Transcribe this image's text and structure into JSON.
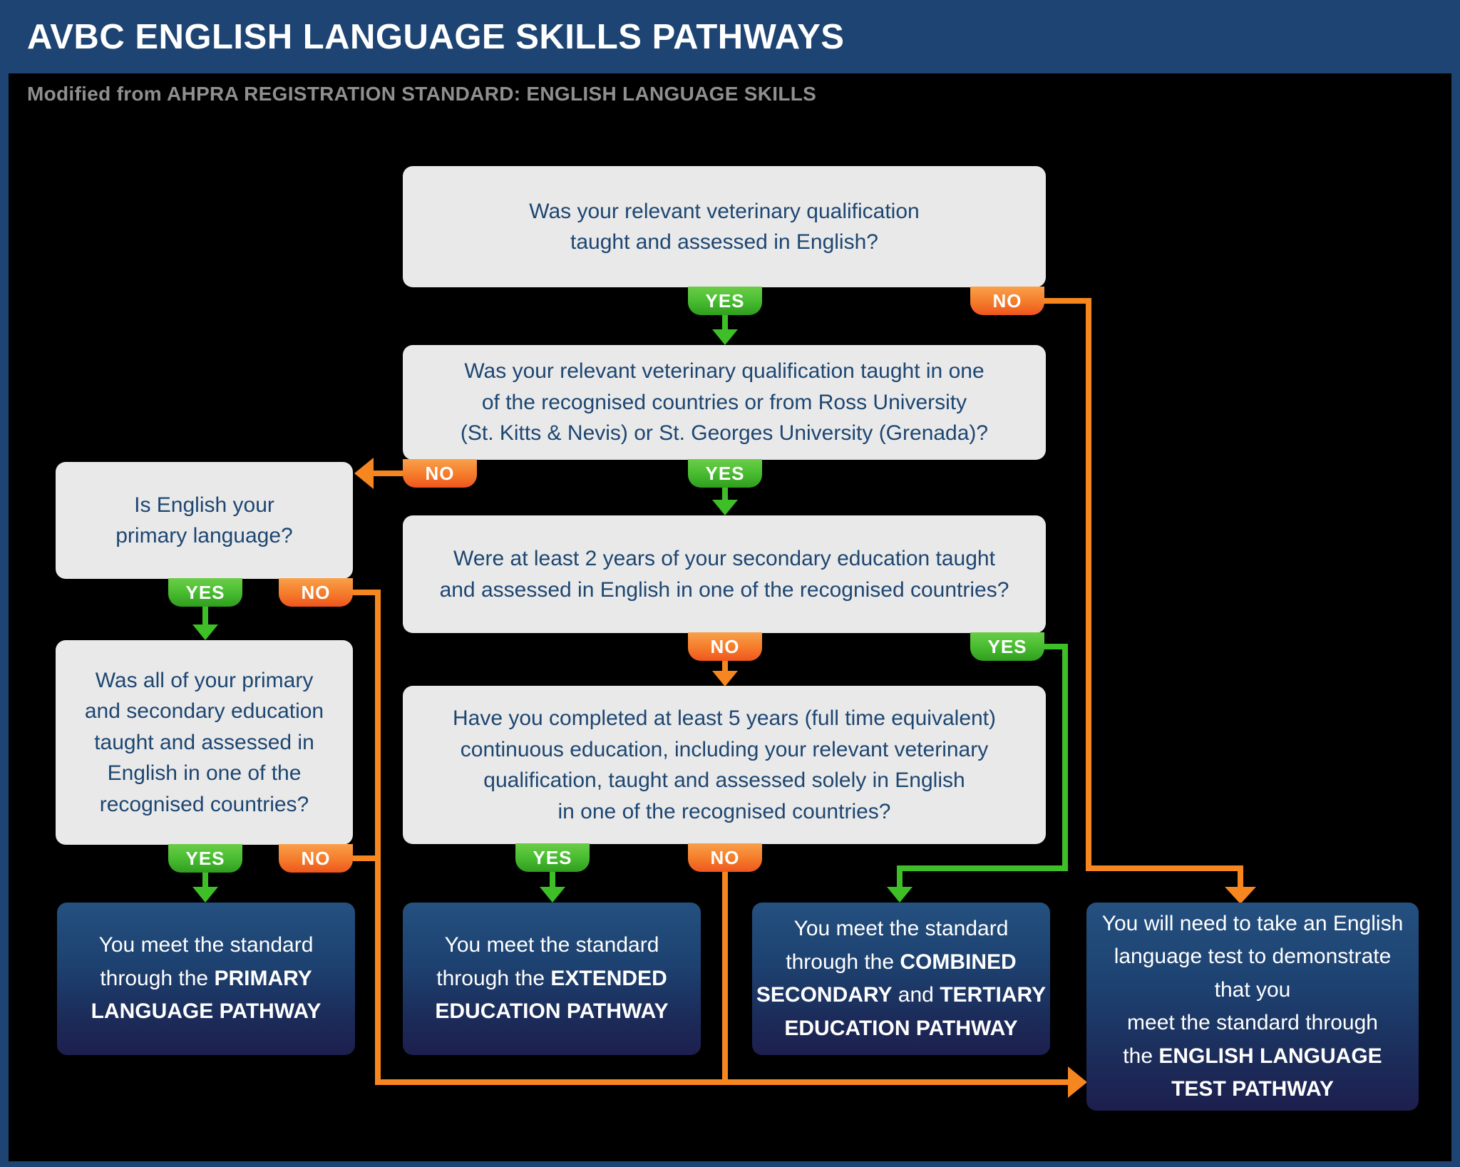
{
  "header": {
    "title": "AVBC ENGLISH LANGUAGE SKILLS PATHWAYS",
    "subtitle": "Modified from AHPRA REGISTRATION STANDARD: ENGLISH LANGUAGE SKILLS"
  },
  "labels": {
    "yes": "YES",
    "no": "NO"
  },
  "questions": {
    "q1": "Was your relevant veterinary qualification\ntaught and assessed in English?",
    "q2": "Was your relevant veterinary qualification taught in one\nof the recognised countries or from Ross University\n(St. Kitts & Nevis) or St. Georges University (Grenada)?",
    "q3": "Were at least 2 years of your secondary education taught\nand assessed in English in one of the recognised countries?",
    "q4": "Have you completed at least 5 years (full time equivalent)\ncontinuous education, including your relevant veterinary\nqualification, taught and assessed solely in English\nin one of the recognised countries?",
    "l1": "Is English your\nprimary language?",
    "l2": "Was all of your primary\nand secondary education\ntaught and assessed in\nEnglish in one of the\nrecognised countries?"
  },
  "results": {
    "primary": {
      "l1": "You meet the standard",
      "l2a": "through the ",
      "l2b": "PRIMARY",
      "l3b": "LANGUAGE PATHWAY"
    },
    "extended": {
      "l1": "You meet the standard",
      "l2a": "through the ",
      "l2b": "EXTENDED",
      "l3b": "EDUCATION PATHWAY"
    },
    "combined": {
      "l1": "You meet the standard",
      "l2a": "through the ",
      "l2b": "COMBINED",
      "l3b1": "SECONDARY",
      "l3a": " and ",
      "l3b2": "TERTIARY",
      "l4b": "EDUCATION PATHWAY"
    },
    "test": {
      "l1": "You will need to take an English",
      "l2": "language test to demonstrate",
      "l3": "that you",
      "l4": "meet the standard through",
      "l5a": "the ",
      "l5b": "ENGLISH LANGUAGE",
      "l6b": "TEST PATHWAY"
    }
  },
  "colors": {
    "header_blue": "#1d4473",
    "question_box_gray": "#e9e9e9",
    "question_text_navy": "#1d4671",
    "yes_green": "#4cbf33",
    "no_orange": "#f47b2a",
    "line_green": "#3fbf27",
    "line_orange": "#f6861f",
    "result_gradient_top": "#24507f",
    "result_gradient_bottom": "#1d1f4e"
  }
}
